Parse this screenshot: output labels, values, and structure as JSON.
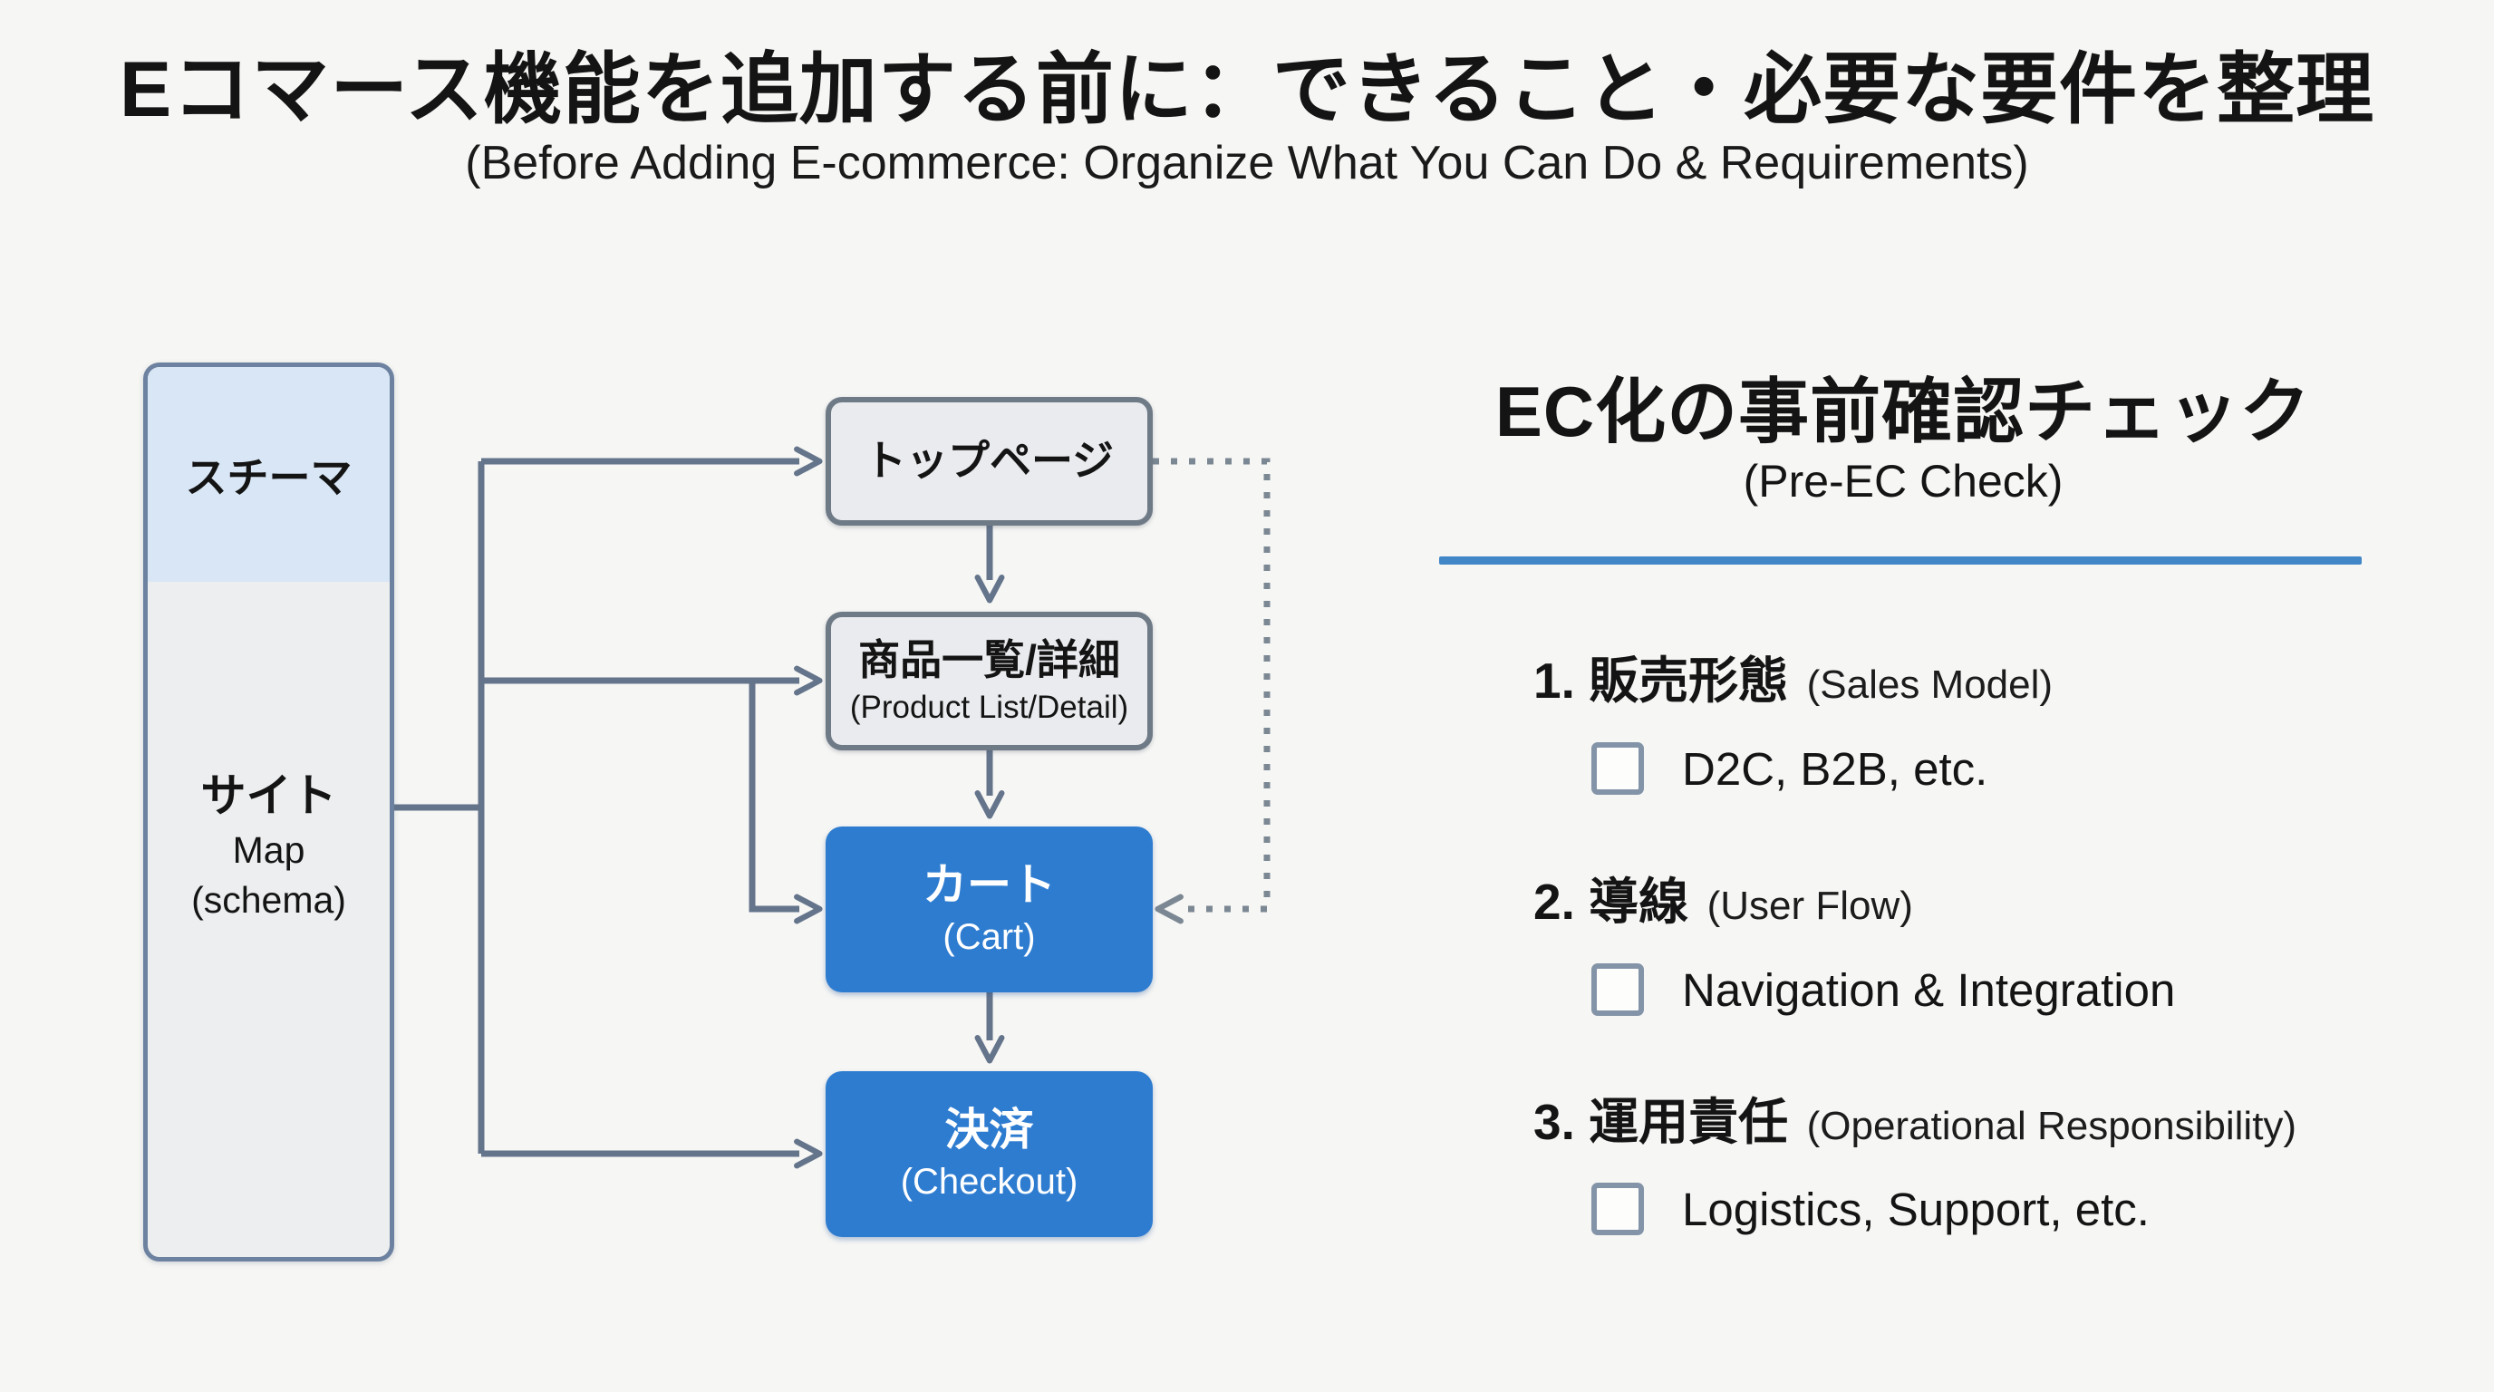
{
  "slide": {
    "title": "Eコマース機能を追加する前に：できること・必要な要件を整理",
    "subtitle": "(Before Adding E-commerce: Organize What You Can Do & Requirements)"
  },
  "sitemap": {
    "header_label": "スチーマ",
    "label_jp": "サイト",
    "label_en": "Map",
    "label_sub": "(schema)"
  },
  "flow": {
    "nodes": [
      {
        "jp": "トップページ",
        "en": ""
      },
      {
        "jp": "商品一覧/詳細",
        "en": "(Product List/Detail)"
      },
      {
        "jp": "カート",
        "en": "(Cart)"
      },
      {
        "jp": "決済",
        "en": "(Checkout)"
      }
    ]
  },
  "checklist": {
    "title": "EC化の事前確認チェック",
    "subtitle": "(Pre-EC Check)",
    "items": [
      {
        "label_jp": "1. 販売形態",
        "label_en": "(Sales Model)",
        "sub": "D2C, B2B, etc."
      },
      {
        "label_jp": "2. 導線",
        "label_en": "(User Flow)",
        "sub": "Navigation & Integration"
      },
      {
        "label_jp": "3. 運用責任",
        "label_en": "(Operational Responsibility)",
        "sub": "Logistics, Support, etc."
      }
    ]
  },
  "colors": {
    "background": "#f6f6f4",
    "node_blue": "#2e7cd0",
    "sitemap_header_blue": "#d8e6f5",
    "sitemap_body_gray": "#eceeef",
    "sitemap_border": "#6d82a0",
    "node_gray_fill": "#e9ebee",
    "node_gray_border": "#6f7a87",
    "connector_gray": "#64748b",
    "dotted_gray": "#7b8894",
    "divider_blue": "#4186c6",
    "checkbox_border": "#8494a8"
  }
}
